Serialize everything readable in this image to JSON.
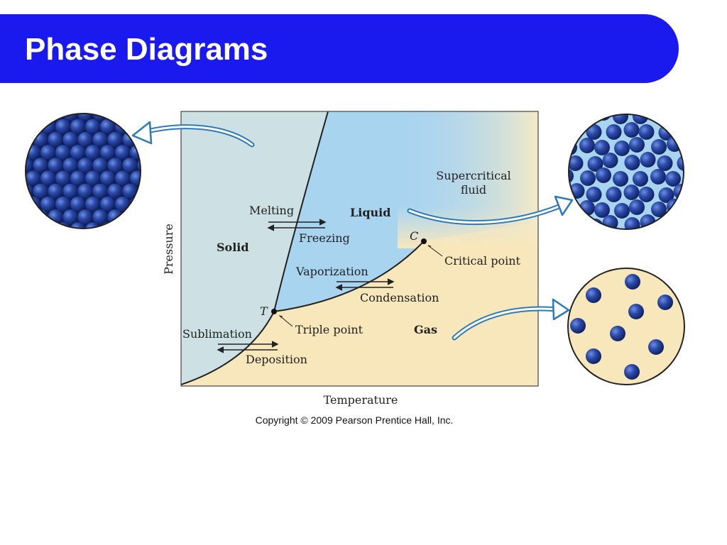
{
  "slide": {
    "title": "Phase Diagrams",
    "copyright": "Copyright © 2009 Pearson Prentice Hall, Inc."
  },
  "diagram": {
    "x_axis_label": "Temperature",
    "y_axis_label": "Pressure",
    "regions": {
      "solid": "Solid",
      "liquid": "Liquid",
      "gas": "Gas",
      "supercritical_line1": "Supercritical",
      "supercritical_line2": "fluid"
    },
    "points": {
      "triple_letter": "T",
      "triple_label": "Triple point",
      "critical_letter": "C",
      "critical_label": "Critical point"
    },
    "transitions": {
      "melting": "Melting",
      "freezing": "Freezing",
      "vaporization": "Vaporization",
      "condensation": "Condensation",
      "sublimation": "Sublimation",
      "deposition": "Deposition"
    }
  },
  "colors": {
    "title_bar": "#1a1aee",
    "solid_region": "#cde0e3",
    "liquid_region": "#a9d4f0",
    "gas_region": "#f8e7bb",
    "particle": "#1e3a8a",
    "arrow": "#2b7bb9"
  }
}
